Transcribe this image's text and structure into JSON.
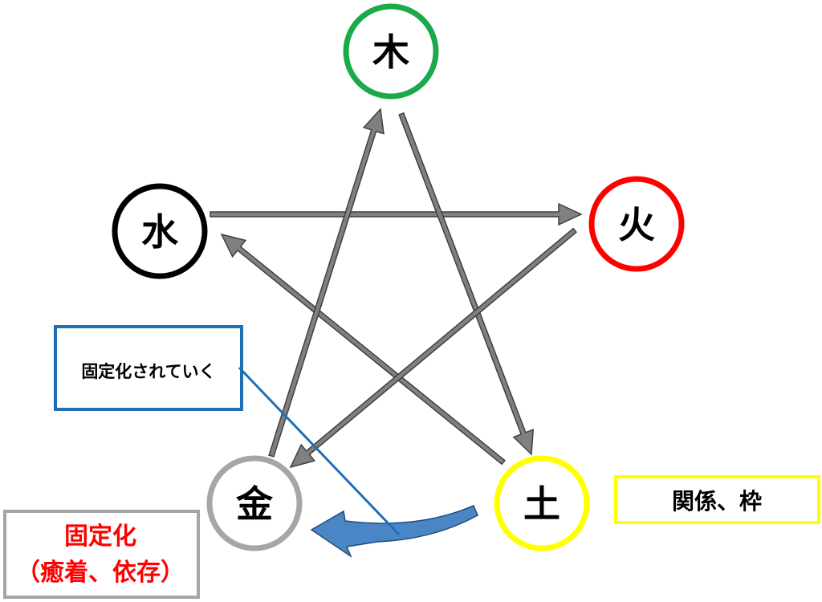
{
  "nodes": {
    "wood": {
      "label": "木",
      "color": "#1aaa4a"
    },
    "fire": {
      "label": "火",
      "color": "#ff0000"
    },
    "earth": {
      "label": "土",
      "color": "#ffff00"
    },
    "metal": {
      "label": "金",
      "color": "#a6a6a6"
    },
    "water": {
      "label": "水",
      "color": "#000000"
    }
  },
  "boxes": {
    "fixing_process": {
      "text": "固定化されていく",
      "color": "#1f6fb5"
    },
    "relation_frame": {
      "text": "関係、枠",
      "color": "#ffff00"
    },
    "fixation": {
      "line1": "固定化",
      "line2": "（癒着、依存）",
      "text_color": "#ff0000",
      "border_color": "#a6a6a6"
    }
  },
  "colors": {
    "arrow": "#808080",
    "arrow_stroke": "#404040",
    "curved_arrow": "#4a86c6"
  }
}
